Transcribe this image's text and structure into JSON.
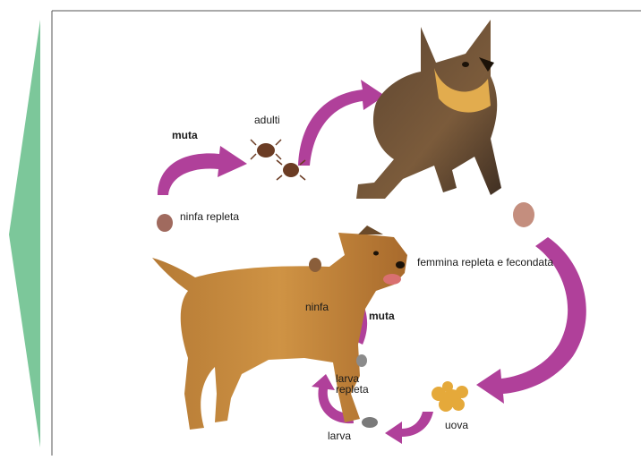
{
  "diagram": {
    "colors": {
      "accent_green": "#7cc79a",
      "arrow_magenta": "#b0409a",
      "frame": "#555555",
      "tick": "#6b3c24",
      "dog_upper": "#7b5b3b",
      "dog_lower": "#c78a3c",
      "eggs": "#e5a93a"
    },
    "labels": {
      "muta_top": "muta",
      "adulti": "adulti",
      "ninfa_repleta": "ninfa repleta",
      "femmina": "femmina repleta e fecondata",
      "ninfa": "ninfa",
      "muta_mid": "muta",
      "larva_repleta_1": "larva",
      "larva_repleta_2": "repleta",
      "larva": "larva",
      "uova": "uova"
    }
  }
}
